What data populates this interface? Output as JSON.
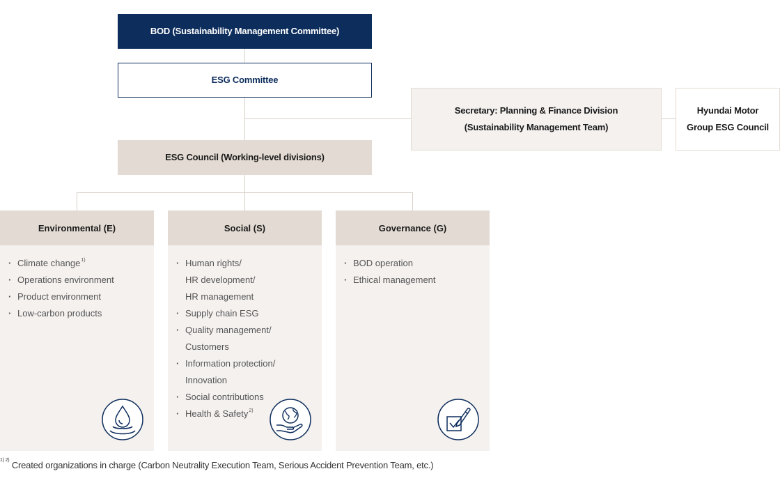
{
  "bod": "BOD (Sustainability Management Committee)",
  "esg_committee": "ESG Committee",
  "secretary": {
    "line1": "Secretary: Planning & Finance Division",
    "line2": "(Sustainability Management Team)"
  },
  "group_council": {
    "line1": "Hyundai Motor",
    "line2": "Group ESG Council"
  },
  "esg_council": "ESG Council (Working-level divisions)",
  "columns": [
    {
      "title": "Environmental (E)",
      "icon": "water-drop-icon",
      "items": [
        {
          "lines": [
            "Climate change"
          ],
          "note": "1)"
        },
        {
          "lines": [
            "Operations environment"
          ]
        },
        {
          "lines": [
            "Product environment"
          ]
        },
        {
          "lines": [
            "Low-carbon products"
          ]
        }
      ]
    },
    {
      "title": "Social (S)",
      "icon": "globe-in-hand-icon",
      "items": [
        {
          "lines": [
            "Human rights/",
            "HR development/",
            "HR management"
          ]
        },
        {
          "lines": [
            "Supply chain ESG"
          ]
        },
        {
          "lines": [
            "Quality management/",
            "Customers"
          ]
        },
        {
          "lines": [
            "Information protection/",
            "Innovation"
          ]
        },
        {
          "lines": [
            "Social contributions"
          ]
        },
        {
          "lines": [
            "Health & Safety"
          ],
          "note": "2)"
        }
      ]
    },
    {
      "title": "Governance (G)",
      "icon": "pen-checkbox-icon",
      "items": [
        {
          "lines": [
            "BOD operation"
          ]
        },
        {
          "lines": [
            "Ethical management"
          ]
        }
      ]
    }
  ],
  "footnote": {
    "marker": "1) 2)",
    "text": "Created organizations in charge (Carbon Neutrality Execution Team, Serious Accident Prevention Team, etc.)"
  },
  "colors": {
    "navy": "#0d2d5c",
    "beige": "#e3dbd3",
    "light": "#f4f1ef",
    "line": "#d8d0c8"
  }
}
